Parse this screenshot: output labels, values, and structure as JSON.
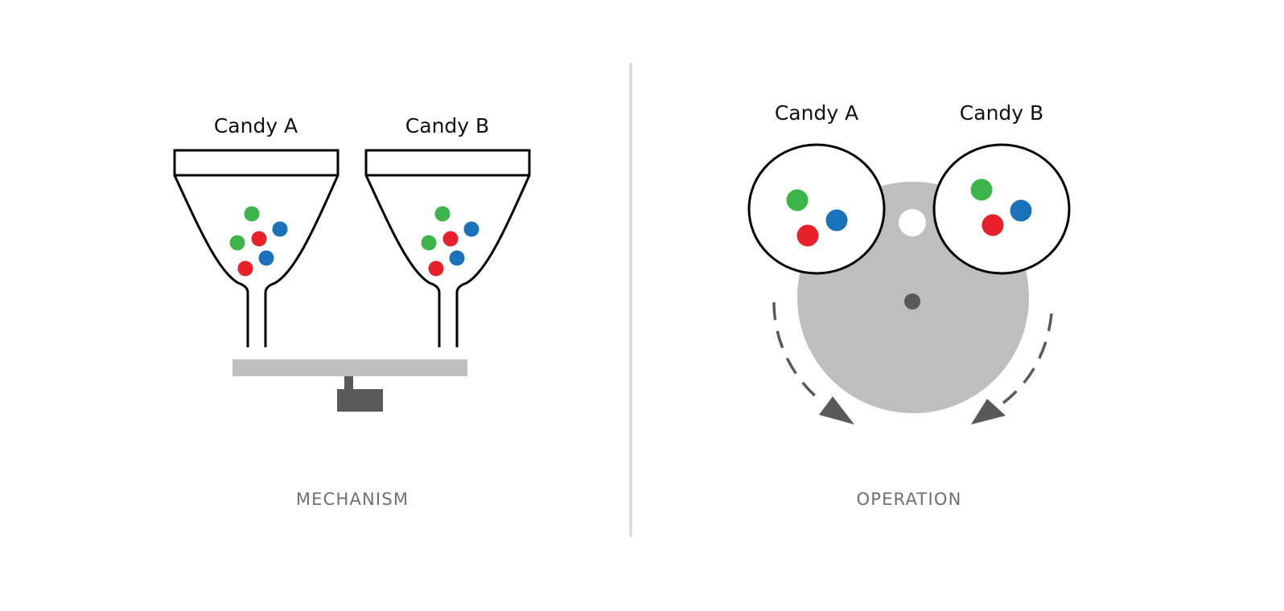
{
  "mechanism": {
    "caption": "MECHANISM",
    "hopper_a_label": "Candy A",
    "hopper_b_label": "Candy B"
  },
  "operation": {
    "caption": "OPERATION",
    "wheel_a_label": "Candy A",
    "wheel_b_label": "Candy B"
  },
  "colors": {
    "outline": "#000000",
    "candy_green": "#3db54a",
    "candy_red": "#e8202a",
    "candy_blue": "#1a72bb",
    "plate_gray": "#bdbec0",
    "motor_dark": "#58595b",
    "divider": "#d6d6d6",
    "caption_gray": "#6f6f6f"
  }
}
